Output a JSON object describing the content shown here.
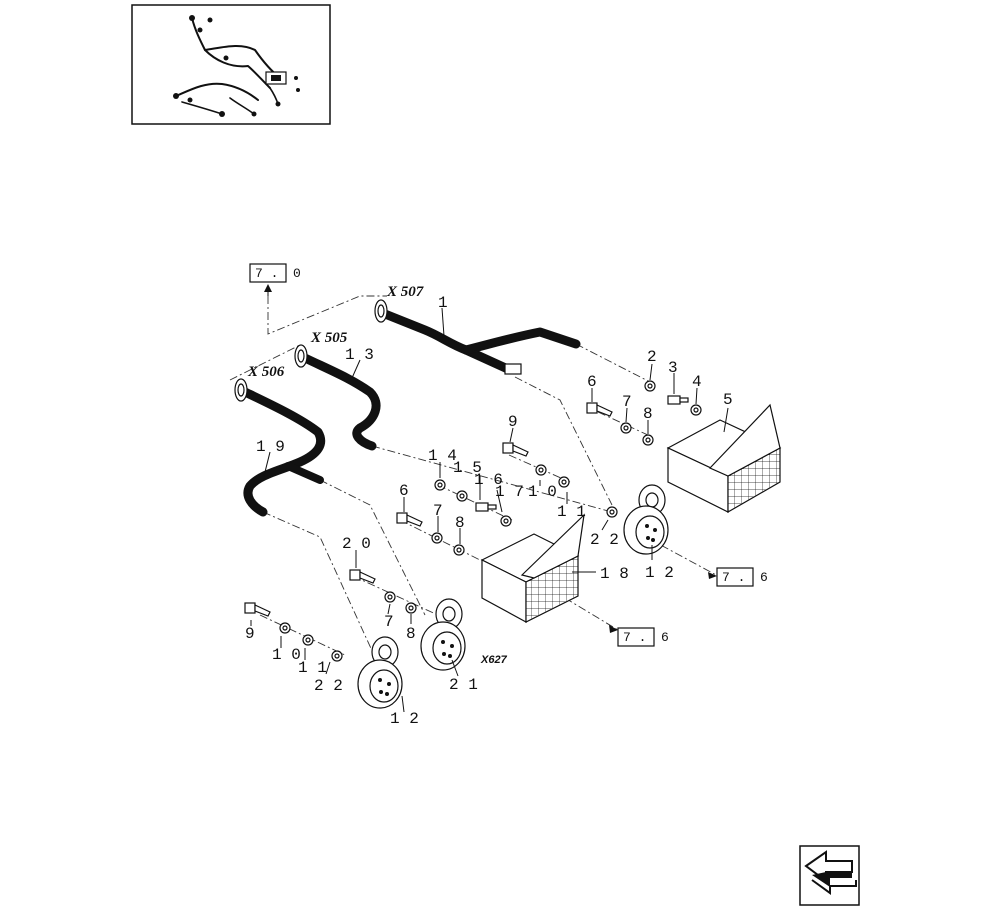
{
  "connectors": {
    "x507": "X 507",
    "x505": "X 505",
    "x506": "X 506"
  },
  "figure_code": "X627",
  "refs": {
    "top": {
      "box": "7 .",
      "num": "0"
    },
    "right": {
      "box": "7 .",
      "num": "6"
    },
    "bottom": {
      "box": "7 .",
      "num": "6"
    }
  },
  "callouts": {
    "c1": "1",
    "c13": "1 3",
    "c19": "1 9",
    "c2": "2",
    "c3": "3",
    "c4": "4",
    "c5": "5",
    "c6a": "6",
    "c7a": "7",
    "c8a": "8",
    "c9a": "9",
    "c14": "1 4",
    "c15": "1 5",
    "c16": "1 6",
    "c17": "1 7",
    "c10a": "1 0",
    "c11a": "1 1",
    "c22a": "2 2",
    "c12a": "1 2",
    "c18": "1 8",
    "c6b": "6",
    "c7b": "7",
    "c8b": "8",
    "c20": "2 0",
    "c7c": "7",
    "c8c": "8",
    "c9b": "9",
    "c10b": "1 0",
    "c11b": "1 1",
    "c22b": "2 2",
    "c21": "2 1",
    "c12b": "1 2"
  }
}
